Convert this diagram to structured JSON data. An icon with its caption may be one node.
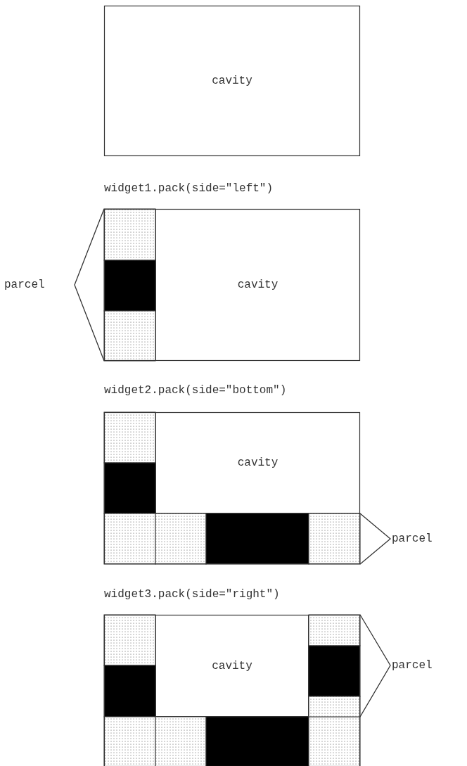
{
  "diagram": {
    "nodes": [
      {
        "text": [
          "cavity"
        ]
      },
      {
        "text": [
          "cavity"
        ]
      },
      {
        "text": [
          "cavity"
        ]
      },
      {
        "text": [
          "cavity"
        ]
      }
    ],
    "labels": [
      "widget1.pack(side=\"left\")",
      "parcel",
      "widget2.pack(side=\"bottom\")",
      "parcel",
      "widget3.pack(side=\"right\")",
      "parcel"
    ]
  }
}
